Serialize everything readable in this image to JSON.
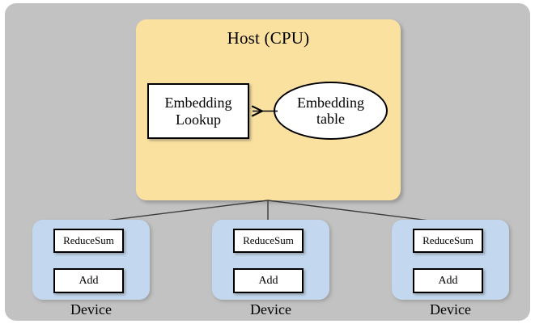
{
  "diagram": {
    "background_color": "#ffffff",
    "panel_color": "#c2c2c2",
    "host": {
      "title": "Host (CPU)",
      "fill_color": "#fbe1a0",
      "embedding_lookup": {
        "line1": "Embedding",
        "line2": "Lookup"
      },
      "embedding_table": {
        "line1": "Embedding",
        "line2": "table"
      }
    },
    "devices": [
      {
        "caption": "Device",
        "fill_color": "#c3d8ef",
        "ops": {
          "reduce": "ReduceSum",
          "add": "Add"
        }
      },
      {
        "caption": "Device",
        "fill_color": "#c3d8ef",
        "ops": {
          "reduce": "ReduceSum",
          "add": "Add"
        }
      },
      {
        "caption": "Device",
        "fill_color": "#c3d8ef",
        "ops": {
          "reduce": "ReduceSum",
          "add": "Add"
        }
      }
    ]
  }
}
